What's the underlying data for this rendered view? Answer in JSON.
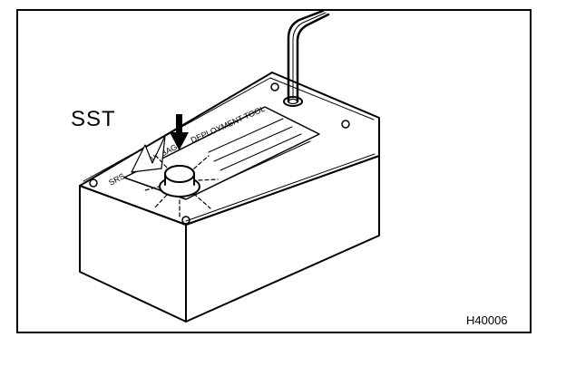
{
  "callout": {
    "label": "SST"
  },
  "figure": {
    "id": "H40006"
  },
  "panel": {
    "text_left": "SRS",
    "text_center": "AIRBAG",
    "text_right": "DEPLOYMENT TOOL"
  }
}
